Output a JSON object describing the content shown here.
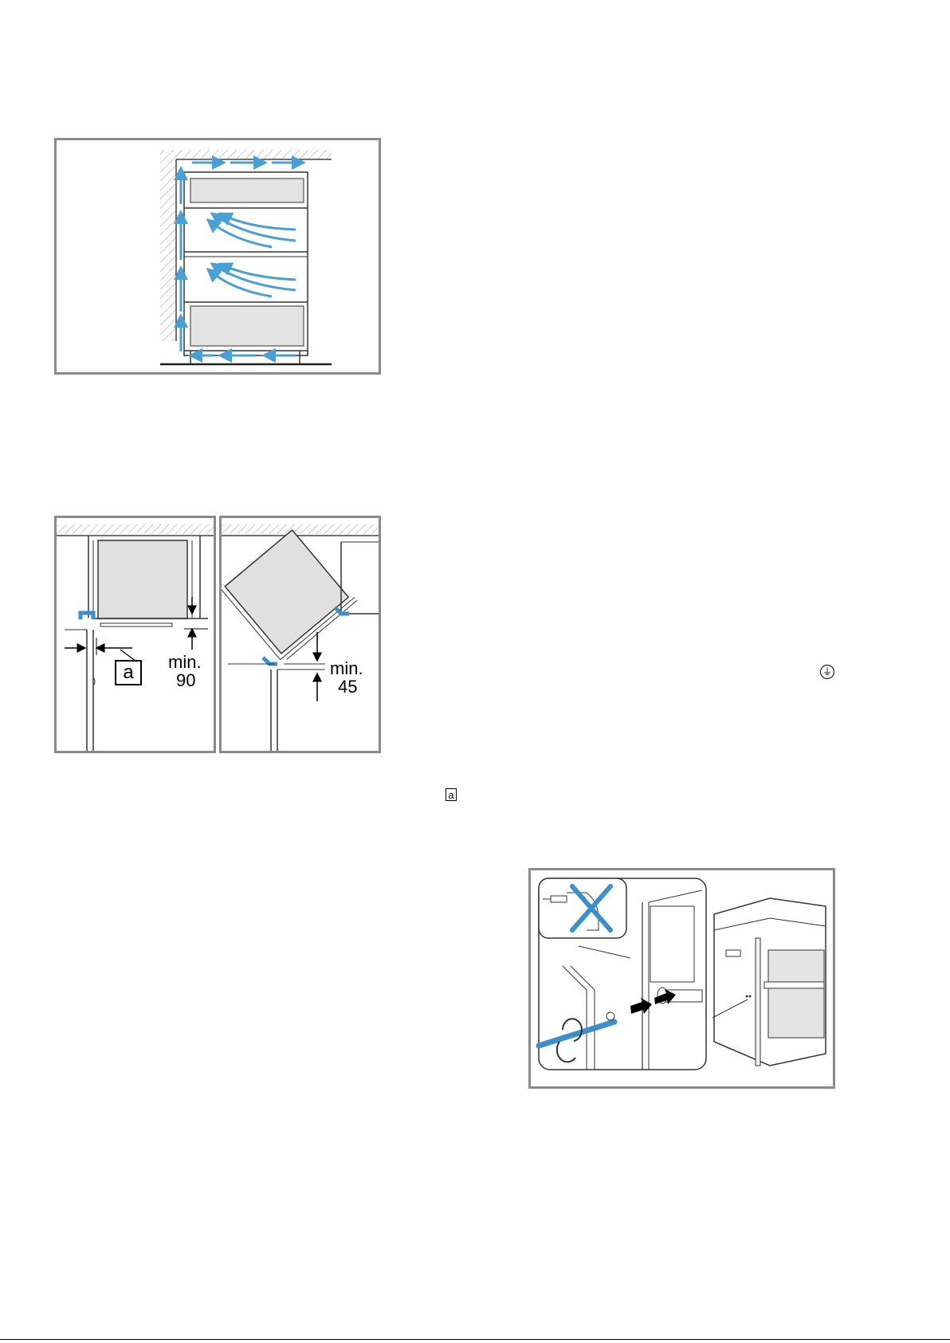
{
  "figure_ventilation": {
    "airflow_color": "#4a9fd4"
  },
  "figure_clearance": {
    "label_a": "a",
    "left_panel_min_label": "min.",
    "left_panel_min_value": "90",
    "right_panel_min_label": "min.",
    "right_panel_min_value": "45",
    "accent_color": "#3a8fcc"
  },
  "inline": {
    "ground_symbol": "⏚",
    "boxed_label": "a"
  },
  "figure_oven": {
    "accent_color": "#3a8fcc",
    "prohibit_icon": "x-mark-icon",
    "rotate_icon": "rotate-arrows-icon"
  }
}
